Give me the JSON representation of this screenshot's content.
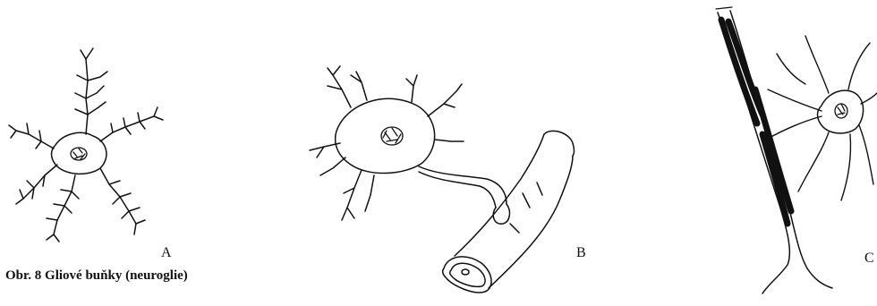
{
  "figure": {
    "caption": "Obr. 8 Gliové buňky (neuroglie)",
    "panels": [
      {
        "label": "A",
        "content": "astrocyte"
      },
      {
        "label": "B",
        "content": "astrocyte-blood-vessel"
      },
      {
        "label": "C",
        "content": "oligodendrocyte-myelin"
      }
    ]
  }
}
